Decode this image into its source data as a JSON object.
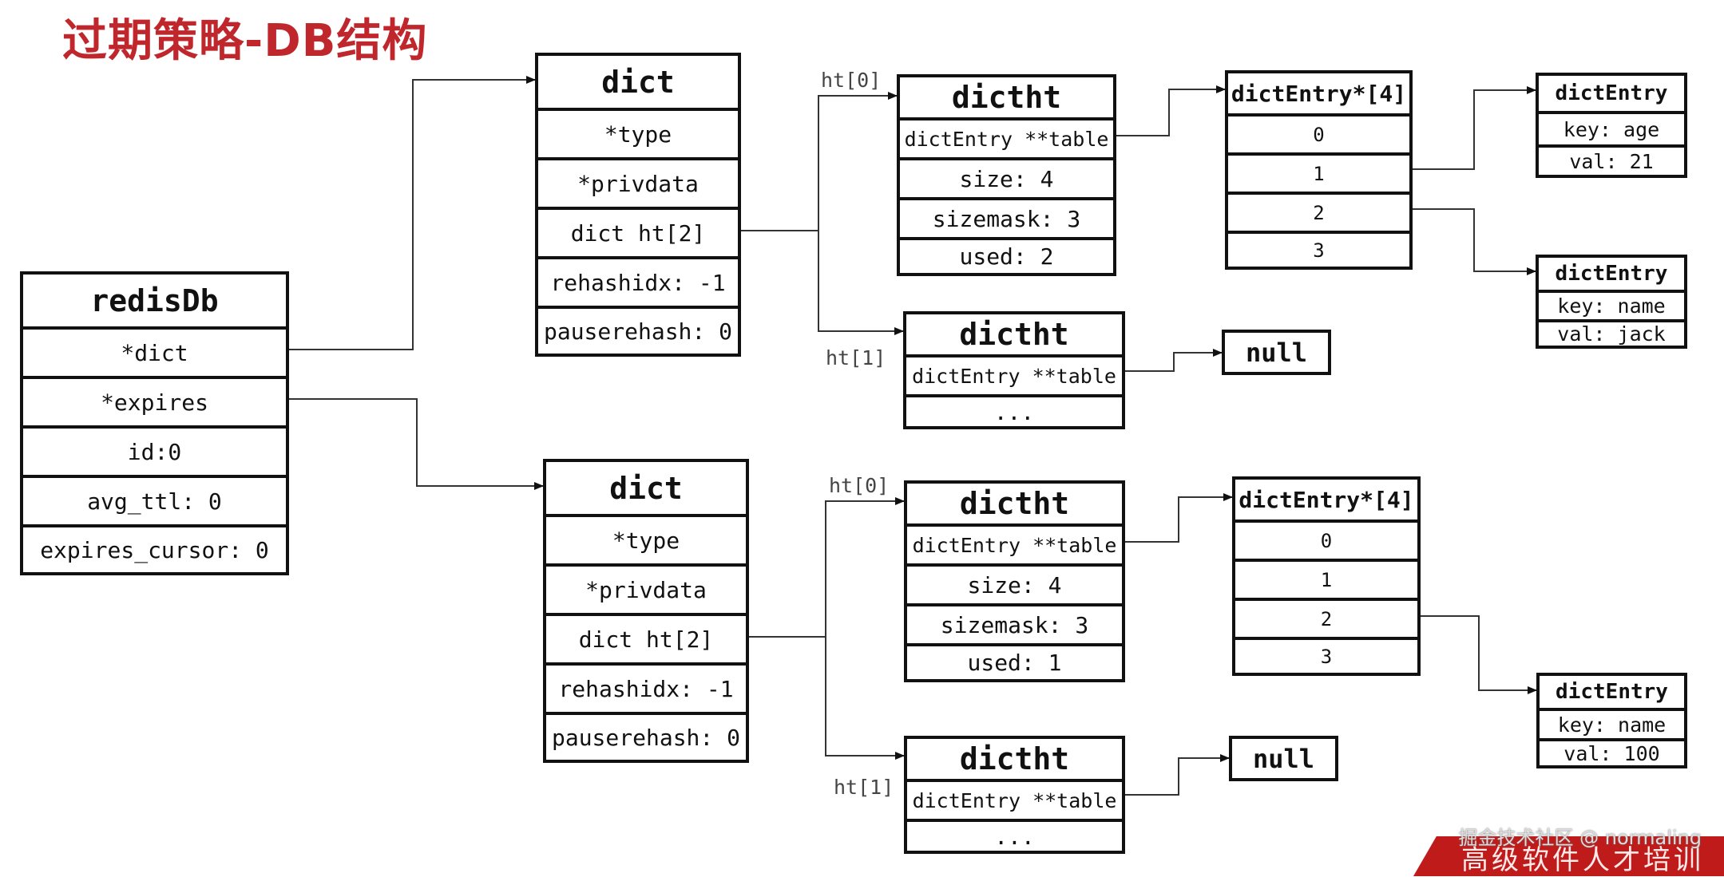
{
  "title": "过期策略-DB结构",
  "redisDb": {
    "header": "redisDb",
    "fields": [
      "*dict",
      "*expires",
      "id:0",
      "avg_ttl: 0",
      "expires_cursor: 0"
    ]
  },
  "dict_top": {
    "header": "dict",
    "fields": [
      "*type",
      "*privdata",
      "dict ht[2]",
      "rehashidx: -1",
      "pauserehash: 0"
    ]
  },
  "dict_bottom": {
    "header": "dict",
    "fields": [
      "*type",
      "*privdata",
      "dict ht[2]",
      "rehashidx: -1",
      "pauserehash: 0"
    ]
  },
  "labels": {
    "ht0": "ht[0]",
    "ht1": "ht[1]"
  },
  "dictht_top0": {
    "header": "dictht",
    "fields": [
      "dictEntry **table",
      "size: 4",
      "sizemask: 3",
      "used: 2"
    ]
  },
  "dictht_top1": {
    "header": "dictht",
    "fields": [
      "dictEntry **table",
      "..."
    ]
  },
  "dictht_bot0": {
    "header": "dictht",
    "fields": [
      "dictEntry **table",
      "size: 4",
      "sizemask: 3",
      "used: 1"
    ]
  },
  "dictht_bot1": {
    "header": "dictht",
    "fields": [
      "dictEntry **table",
      "..."
    ]
  },
  "array_top": {
    "header": "dictEntry*[4]",
    "slots": [
      "0",
      "1",
      "2",
      "3"
    ]
  },
  "array_bottom": {
    "header": "dictEntry*[4]",
    "slots": [
      "0",
      "1",
      "2",
      "3"
    ]
  },
  "null_label": "null",
  "entry_age": {
    "header": "dictEntry",
    "key": "key: age",
    "val": "val: 21"
  },
  "entry_name_jack": {
    "header": "dictEntry",
    "key": "key: name",
    "val": "val: jack"
  },
  "entry_name_100": {
    "header": "dictEntry",
    "key": "key: name",
    "val": "val: 100"
  },
  "watermark": "掘金技术社区 @ normaling",
  "banner": "高级软件人才培训"
}
